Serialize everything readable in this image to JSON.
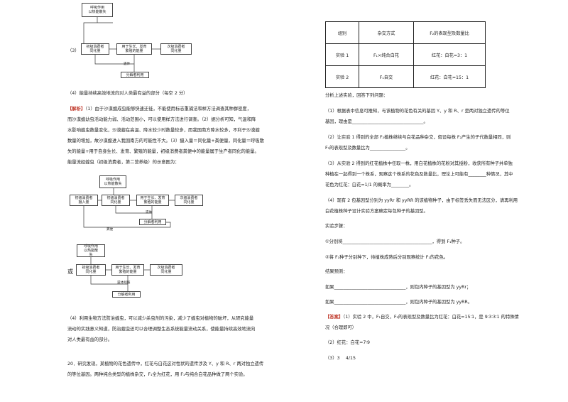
{
  "colors": {
    "accent": "#c0392b",
    "text": "#222222"
  },
  "diagram1": {
    "prefix": "（3）",
    "resp": "呼吸作用\n以热能散失",
    "primary": "初级消费者\n同化量",
    "growth": "用于生长、发育\n繁殖的能量",
    "secondary": "次级消费者\n同化量",
    "decomposer": "分解者利用",
    "remains": "遗体"
  },
  "left": {
    "q4": "（4）能量持续高效地流向对人类最有益的部分（每空 2 分）",
    "analysis_tag": "【解析】",
    "analysis": [
      "（1）由于沙漠蝗成虫能够快速迁徙，不能使用标志重捕法和样方法调查其种群密度，",
      "而沙漠蝗幼虫活动能力弱、活动范围小，可以使用样方法进行调查。（2）据分析可知，气温和降",
      "水影响蝗虫数量变化，沙漠蝗在高温、降水较少时数量较多，而我国南方降水较多，不利于沙漠蝗",
      "数量的增加，故沙漠蝗进入我国南方的可能性不大。（3）摄入量＝同化量+粪便量，同化量＝呼吸散",
      "失的能量+用于自身生长、发育、繁殖的能量，初级消费者粪便中的能量属于生产者同化的能量。",
      "能量流经蝗虫（初级消费者，第二营养级）的示意图为："
    ],
    "q4b": [
      "（4）利用生物方法防治蝗虫，可以减少杀虫剂的污染，减少了蝗虫对植物的破坏，从研究能量",
      "流动的实践意义知道，防治蝗虫还可以合理调整生态系统能量流动关系，使能量持续高效地流向",
      "对人类最有益的部分。"
    ],
    "q20": [
      "20．研究发现，某植物的花色遗传中，红花与白花这对性状的遗传涉及 Y、y 和 R、r 两对独立遗传",
      "的等位基因。两种纯合类型的植株杂交，F₁全为红花，用 F₁与纯合白花品种做了两个实验。"
    ]
  },
  "diagram2": {
    "resp": "呼吸作用\n以热能散失",
    "primary": "初级消费者\n摄入量",
    "primary_assim": "初级消费者\n同化量",
    "growth": "用于生长、发育\n繁殖的能量",
    "secondary": "次级消费者\n同化量",
    "remains": "遗体",
    "decomposer": "分解者利用",
    "feces": "粪便"
  },
  "diagram3": {
    "prefix": "或",
    "resp": "呼吸作用\n以热能散\n失",
    "primary": "初级消费者\n同化量",
    "growth": "用于生长、发育\n繁殖的能量",
    "secondary": "次级消费者\n同化量",
    "remains": "遗体残骸",
    "decomposer": "分解者利用"
  },
  "table": {
    "headers": [
      "组别",
      "杂交方式",
      "F₂的表现型及数量比"
    ],
    "rows": [
      [
        "实验 1",
        "F₁×纯合白花",
        "红花：白花=3：1"
      ],
      [
        "实验 2",
        "F₁自交",
        "红花：白花=15：1"
      ]
    ]
  },
  "right": {
    "intro": "分析上述实验，回答下列问题：",
    "p1": [
      "（1）根据表中信息可推知，与该植物的花色有关的基因 Y、y 和 R、r 是两对独立遗传的等位",
      "基因，理由是________________________________。"
    ],
    "p2": [
      "（2）让实验 1 得到的全部 F₂植株继续与白花品种杂交，假设每株 F₂产生的子代数量相同，则",
      "F₃的表现型及数量比为________________。"
    ],
    "p3": [
      "（3）从实验 2 得到的红花植株中任取一株，用白花植株的花粉对其授粉，收获所有种子并单独",
      "种植在一起得到一个株系，观察这个株系的花色及数量比，理论上可能有________种情况，其中",
      "花色为红花：白花=1/1 的概率为________。"
    ],
    "p4": [
      "（4）现有 2 包基因型分别为 yyRr 和 yyRR 的该植物种子，由于标签丢失而无法区分，请再利用",
      "白花植株种子设计实验方案确定每包种子的基因型。"
    ],
    "steps_title": "实验步骤：",
    "step1": "①分别将________________________________________，得到 F₁种子。",
    "step2": "②将 F₁种子分别种下，待植株成熟后分别观察统计 F₁的花色。",
    "result_title": "结果预测：",
    "result1": "如果________________________________，则包内种子的基因型为 yyRr；",
    "result2": "如果________________________________，则包内种子的基因型为 yyRR。",
    "answer_tag": "【答案】",
    "answer1": "（1）实验 2 中，F₁自交，F₂的表现型及数量比为红花：白花=15∶1，是 9∶3∶3∶1 的特殊情",
    "answer1b": "况（合理即可）",
    "answer2": "（2）红花：白花=7∶9",
    "answer3": "（3）3　 4/15"
  }
}
